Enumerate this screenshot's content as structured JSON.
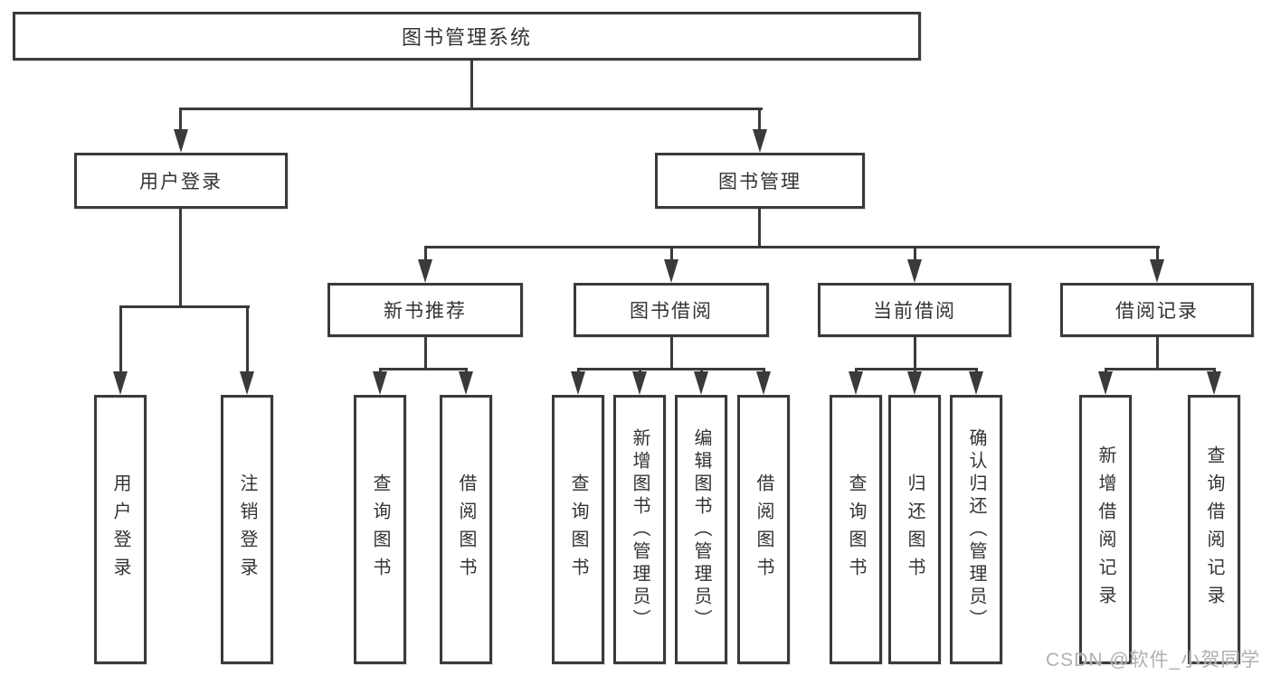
{
  "tree": {
    "root": {
      "label": "图书管理系统"
    },
    "branches": [
      {
        "label": "用户登录",
        "children": [
          {
            "label": "用户登录"
          },
          {
            "label": "注销登录"
          }
        ]
      },
      {
        "label": "图书管理",
        "groups": [
          {
            "label": "新书推荐",
            "children": [
              {
                "label": "查询图书"
              },
              {
                "label": "借阅图书"
              }
            ]
          },
          {
            "label": "图书借阅",
            "children": [
              {
                "label": "查询图书"
              },
              {
                "label": "新增图书（管理员）"
              },
              {
                "label": "编辑图书（管理员）"
              },
              {
                "label": "借阅图书"
              }
            ]
          },
          {
            "label": "当前借阅",
            "children": [
              {
                "label": "查询图书"
              },
              {
                "label": "归还图书"
              },
              {
                "label": "确认归还（管理员）"
              }
            ]
          },
          {
            "label": "借阅记录",
            "children": [
              {
                "label": "新增借阅记录"
              },
              {
                "label": "查询借阅记录"
              }
            ]
          }
        ]
      }
    ]
  },
  "watermark": {
    "text": "CSDN @软件_小贺同学"
  },
  "colors": {
    "line": "#3a3a3a",
    "text": "#333333",
    "background": "#ffffff",
    "watermark": "#acacac"
  }
}
